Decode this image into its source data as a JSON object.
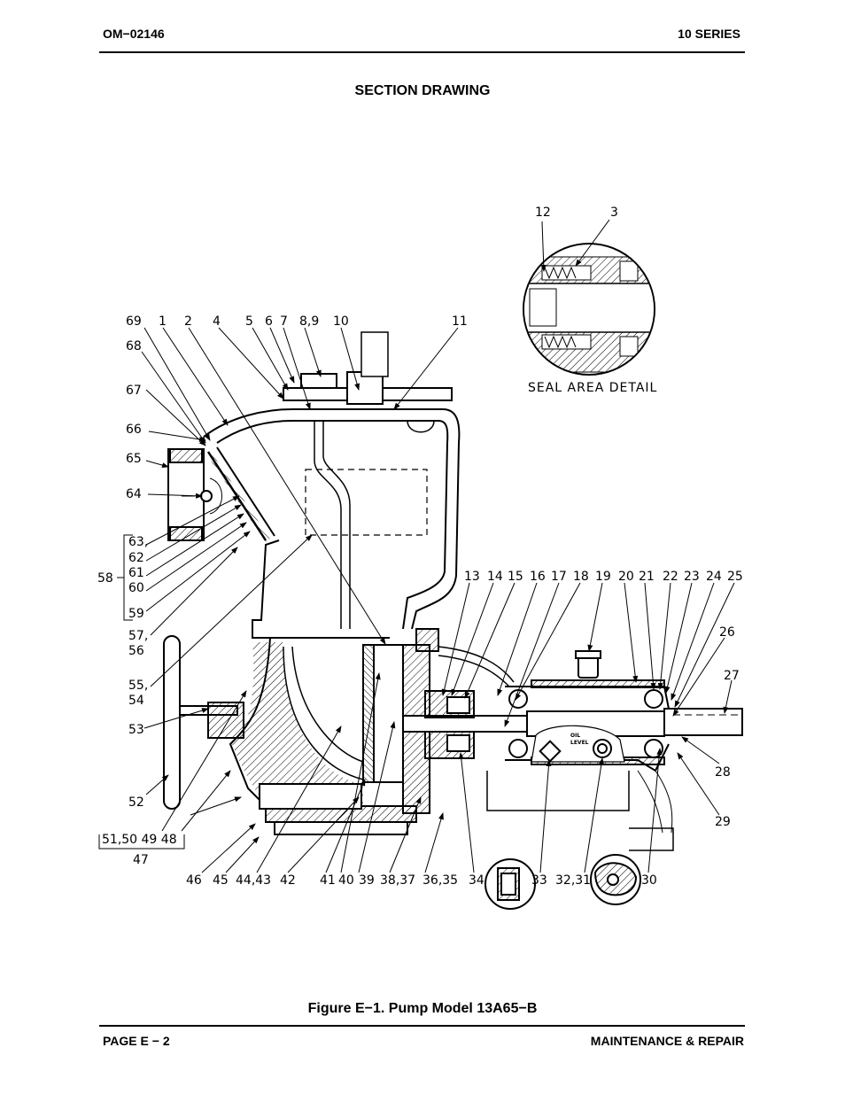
{
  "header": {
    "doc_id": "OM−02146",
    "series": "10 SERIES"
  },
  "title": "SECTION DRAWING",
  "caption": "Figure E−1.  Pump Model 13A65−B",
  "footer": {
    "page": "PAGE E − 2",
    "section": "MAINTENANCE & REPAIR"
  },
  "drawing": {
    "seal_detail_label": "SEAL AREA DETAIL",
    "oil_level_text": [
      "OIL",
      "LEVEL"
    ],
    "labels_top": [
      "69",
      "1",
      "2",
      "4",
      "5",
      "6",
      "7",
      "8,9",
      "10",
      "11"
    ],
    "labels_left": [
      "68",
      "67",
      "66",
      "65",
      "64",
      "63,",
      "62",
      "61",
      "60",
      "59",
      "57,",
      "56",
      "55,",
      "54",
      "53",
      "52",
      "51,50 49 48",
      "47",
      "58"
    ],
    "labels_right_top": [
      "13",
      "14",
      "15",
      "16",
      "17",
      "18",
      "19",
      "20",
      "21",
      "22",
      "23",
      "24",
      "25",
      "26",
      "27",
      "28",
      "29"
    ],
    "labels_bottom": [
      "46",
      "45",
      "44,43",
      "42",
      "41",
      "40",
      "39",
      "38,37",
      "36,35",
      "34",
      "33",
      "32,31",
      "30"
    ],
    "labels_seal": [
      "12",
      "3"
    ]
  }
}
